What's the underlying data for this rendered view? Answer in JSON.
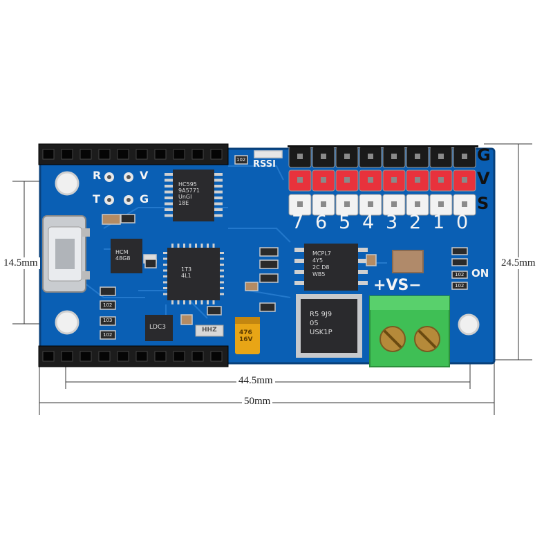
{
  "board": {
    "pcb_color": "#0a5fb4",
    "header_colors": {
      "ground": "#1a1a1a",
      "power": "#e8323c",
      "signal": "#f2f2f2"
    },
    "terminal_color": "#3fbf55",
    "row_labels": [
      "G",
      "V",
      "S"
    ],
    "channel_numbers": [
      "7",
      "6",
      "5",
      "4",
      "3",
      "2",
      "1",
      "0"
    ],
    "pin_labels": {
      "rx": "R",
      "vcc": "V",
      "tx": "T",
      "gnd": "G"
    },
    "rssi_label": "RSSI",
    "power_label": "ON",
    "vs_label": "+VS−",
    "chip_markings": {
      "shift_register": [
        "HC595",
        "9A5771",
        "UnGI",
        "18E"
      ],
      "usb_chip": [
        "HCM",
        "48G8"
      ],
      "mcu": [
        "1T3",
        "4L1"
      ],
      "regulator": [
        "MCPL7",
        "4Y5",
        "2C D8",
        "WB5"
      ],
      "driver": [
        "R5 9J9",
        "05",
        "USK1P"
      ],
      "capacitor": [
        "476",
        "16V"
      ],
      "small_chip": [
        "LDC3"
      ],
      "crystal": [
        "HHZ"
      ]
    },
    "resistor_codes": [
      "102",
      "103",
      "102",
      "102",
      "102",
      "102"
    ]
  },
  "dimensions": {
    "height_inner": "14.5mm",
    "height_outer": "24.5mm",
    "hole_spacing": "44.5mm",
    "width": "50mm"
  }
}
